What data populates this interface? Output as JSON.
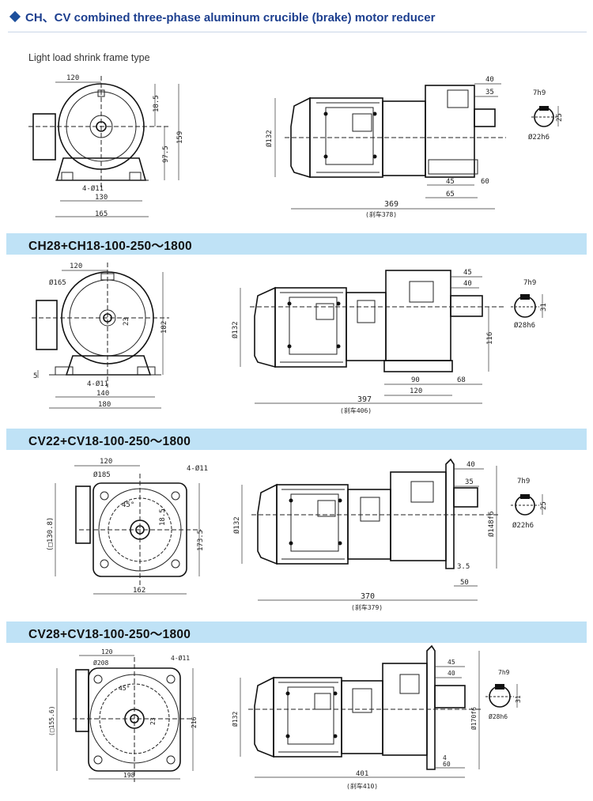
{
  "header": {
    "title": "CH、CV combined three-phase aluminum crucible (brake) motor reducer"
  },
  "subtitle": "Light load shrink frame type",
  "sections": [
    {
      "band_label": "",
      "front": {
        "d1": "120",
        "d2": "18.5",
        "d3": "159",
        "d4": "97.5",
        "d5": "4-Ø11",
        "d6": "130",
        "d7": "165"
      },
      "side": {
        "overall": "369",
        "overall_note": "(刹车378)",
        "d_motor": "Ø132",
        "a": "45",
        "b": "65",
        "c": "60",
        "top1": "40",
        "top2": "35"
      },
      "key": {
        "k1": "7h9",
        "k2": "25",
        "k3": "Ø22h6"
      }
    },
    {
      "band_label": "CH28+CH18-100-250～1800",
      "front": {
        "d1": "120",
        "d2": "Ø165",
        "d3": "23",
        "d4": "182",
        "d5": "4-Ø11",
        "d6": "140",
        "d7": "180",
        "d8": "5"
      },
      "side": {
        "overall": "397",
        "overall_note": "(刹车406)",
        "d_motor": "Ø132",
        "a": "90",
        "b": "120",
        "c": "68",
        "top1": "45",
        "top2": "40",
        "h": "116"
      },
      "key": {
        "k1": "7h9",
        "k2": "31",
        "k3": "Ø28h6"
      }
    },
    {
      "band_label": "CV22+CV18-100-250～1800",
      "front": {
        "d1": "120",
        "d2": "Ø185",
        "d3": "4-Ø11",
        "d4": "45°",
        "d5": "18.5",
        "d6": "173.5",
        "d7": "(□130.8)",
        "d8": "162"
      },
      "side": {
        "overall": "370",
        "overall_note": "(刹车379)",
        "d_motor": "Ø132",
        "a": "3.5",
        "b": "50",
        "top1": "40",
        "top2": "35",
        "flange": "Ø148f6"
      },
      "key": {
        "k1": "7h9",
        "k2": "25",
        "k3": "Ø22h6"
      }
    },
    {
      "band_label": "CV28+CV18-100-250～1800",
      "front": {
        "d1": "120",
        "d2": "Ø208",
        "d3": "4-Ø11",
        "d4": "45°",
        "d5": "23",
        "d6": "216",
        "d7": "(□155.6)",
        "d8": "198"
      },
      "side": {
        "overall": "401",
        "overall_note": "(刹车410)",
        "d_motor": "Ø132",
        "a": "4",
        "b": "60",
        "top1": "45",
        "top2": "40",
        "flange": "Ø170f6"
      },
      "key": {
        "k1": "7h9",
        "k2": "31",
        "k3": "Ø28h6"
      }
    }
  ]
}
